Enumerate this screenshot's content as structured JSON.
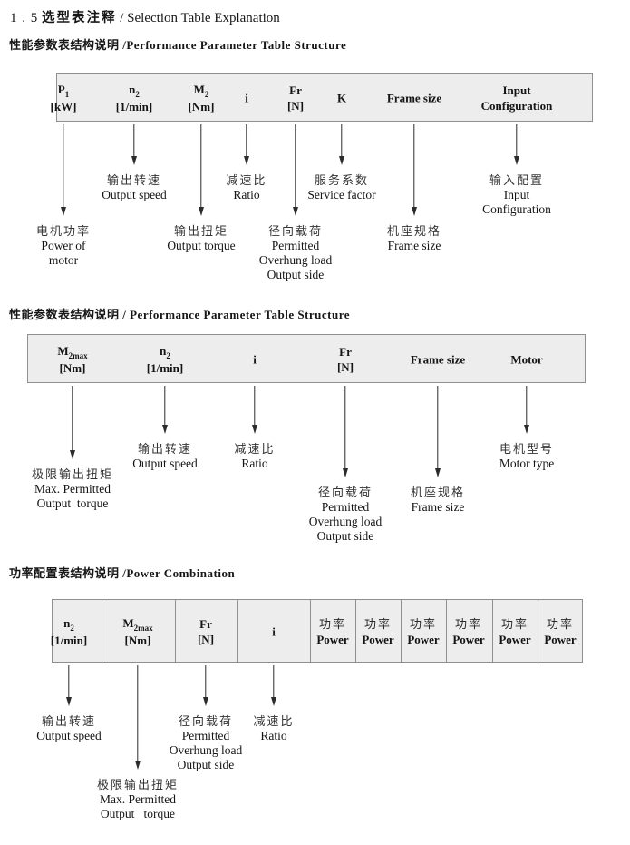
{
  "page": {
    "title_num": "1 . 5",
    "title_cn": "选型表注释",
    "title_sep": "/",
    "title_en": "Selection Table Explanation"
  },
  "sections": [
    {
      "heading": "性能参数表结构说明 /Performance Parameter Table Structure",
      "columns": [
        {
          "sym": "P",
          "sub": "1",
          "unit": "[kW]",
          "tier": "b",
          "label": [
            "电机功率",
            "Power of",
            "motor"
          ]
        },
        {
          "sym": "n",
          "sub": "2",
          "unit": "[1/min]",
          "tier": "a",
          "label": [
            "输出转速",
            "Output speed"
          ]
        },
        {
          "sym": "M",
          "sub": "2",
          "unit": "[Nm]",
          "tier": "b",
          "label": [
            "输出扭矩",
            "Output torque"
          ]
        },
        {
          "sym": "i",
          "unit": "",
          "tier": "a",
          "label": [
            "减速比",
            "Ratio"
          ]
        },
        {
          "sym": "Fr",
          "unit": "[N]",
          "tier": "b",
          "label": [
            "径向载荷",
            "Permitted",
            "Overhung load",
            "Output side"
          ]
        },
        {
          "sym": "K",
          "unit": "",
          "tier": "a",
          "label": [
            "服务系数",
            "Service factor"
          ]
        },
        {
          "sym": "Frame size",
          "unit": "",
          "tier": "b",
          "label": [
            "机座规格",
            "Frame size"
          ]
        },
        {
          "sym": "Input",
          "unit": "Configuration",
          "tier": "a",
          "label": [
            "输入配置",
            "Input",
            "Configuration"
          ]
        }
      ]
    },
    {
      "heading": "性能参数表结构说明 / Performance Parameter Table Structure",
      "columns": [
        {
          "sym": "M",
          "sub": "2max",
          "unit": "[Nm]",
          "tier": "b",
          "label": [
            "极限输出扭矩",
            "Max. Permitted",
            "Output  torque"
          ]
        },
        {
          "sym": "n",
          "sub": "2",
          "unit": "[1/min]",
          "tier": "a",
          "label": [
            "输出转速",
            "Output speed"
          ]
        },
        {
          "sym": "i",
          "unit": "",
          "tier": "a",
          "label": [
            "减速比",
            "Ratio"
          ]
        },
        {
          "sym": "Fr",
          "unit": "[N]",
          "tier": "c",
          "label": [
            "径向载荷",
            "Permitted",
            "Overhung load",
            "Output side"
          ]
        },
        {
          "sym": "Frame size",
          "unit": "",
          "tier": "c",
          "label": [
            "机座规格",
            "Frame size"
          ]
        },
        {
          "sym": "Motor",
          "unit": "",
          "tier": "a",
          "label": [
            "电机型号",
            "Motor type"
          ]
        }
      ]
    },
    {
      "heading": "功率配置表结构说明 /Power Combination",
      "columns": [
        {
          "sym": "n",
          "sub": "2",
          "unit": "[1/min]",
          "tier": "a",
          "label": [
            "输出转速",
            "Output speed"
          ]
        },
        {
          "sym": "M",
          "sub": "2max",
          "unit": "[Nm]",
          "tier": "b",
          "label": [
            "极限输出扭矩",
            "Max. Permitted",
            "Output   torque"
          ]
        },
        {
          "sym": "Fr",
          "unit": "[N]",
          "tier": "a",
          "label": [
            "径向载荷",
            "Permitted",
            "Overhung load",
            "Output side"
          ]
        },
        {
          "sym": "i",
          "unit": "",
          "tier": "a",
          "label": [
            "减速比",
            "Ratio"
          ]
        },
        {
          "sym": "功率",
          "unit": "Power"
        },
        {
          "sym": "功率",
          "unit": "Power"
        },
        {
          "sym": "功率",
          "unit": "Power"
        },
        {
          "sym": "功率",
          "unit": "Power"
        },
        {
          "sym": "功率",
          "unit": "Power"
        },
        {
          "sym": "功率",
          "unit": "Power"
        }
      ]
    }
  ]
}
